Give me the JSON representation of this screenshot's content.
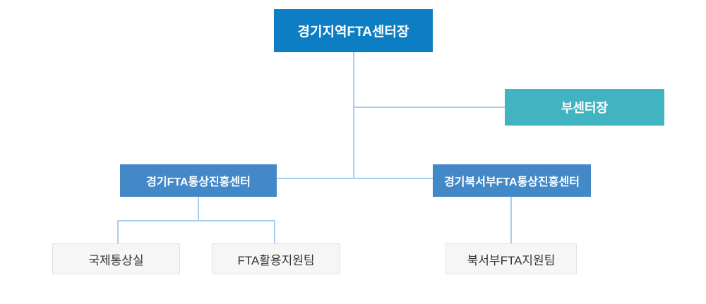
{
  "diagram": {
    "type": "organization-chart",
    "background": "#ffffff",
    "connector_color": "#a9cdf0"
  },
  "colors": {
    "primary_blue": "#0d7ec3",
    "mid_blue": "#4389c8",
    "teal": "#42b3c0",
    "leaf_background": "#f6f6f6",
    "leaf_border": "#e2e2e2",
    "leaf_text": "#333333",
    "node_text": "#ffffff"
  },
  "nodes": {
    "root": {
      "label": "경기지역FTA센터장",
      "level": 1,
      "color": "#0d7ec3"
    },
    "deputy": {
      "label": "부센터장",
      "level": 2,
      "color": "#42b3c0"
    },
    "center_left": {
      "label": "경기FTA통상진흥센터",
      "level": 3,
      "color": "#4389c8"
    },
    "center_right": {
      "label": "경기북서부FTA통상진흥센터",
      "level": 3,
      "color": "#4389c8"
    },
    "leaf_trade": {
      "label": "국제통상실",
      "level": 4,
      "color": "#f6f6f6"
    },
    "leaf_fta": {
      "label": "FTA활용지원팀",
      "level": 4,
      "color": "#f6f6f6"
    },
    "leaf_nw": {
      "label": "북서부FTA지원팀",
      "level": 4,
      "color": "#f6f6f6"
    }
  },
  "edges": [
    {
      "from": "root",
      "to": "deputy"
    },
    {
      "from": "root",
      "to": "center_left"
    },
    {
      "from": "root",
      "to": "center_right"
    },
    {
      "from": "center_left",
      "to": "leaf_trade"
    },
    {
      "from": "center_left",
      "to": "leaf_fta"
    },
    {
      "from": "center_right",
      "to": "leaf_nw"
    }
  ]
}
